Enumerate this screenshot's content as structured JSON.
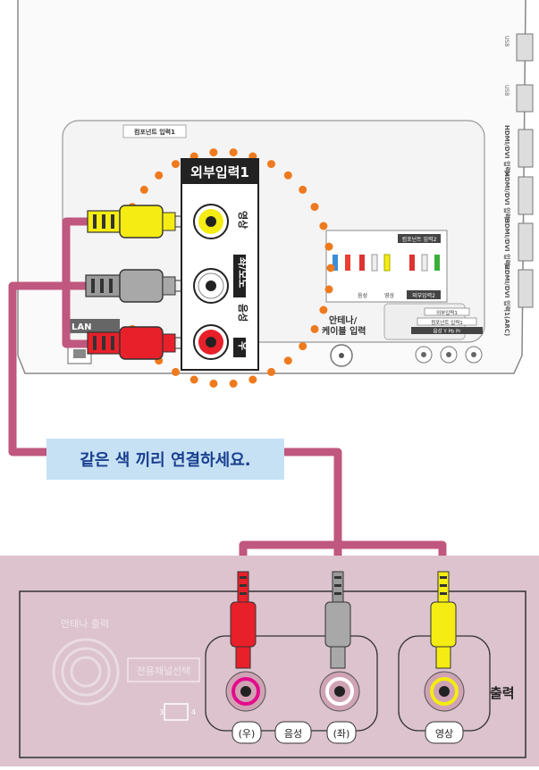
{
  "tv_panel": {
    "component_label": "컴포넌트 입력1",
    "external_input_label": "외부입력1",
    "jack_video_label": "영상",
    "jack_audio_l_label": "좌/모노",
    "jack_audio_label": "음성",
    "jack_audio_r_label": "우",
    "lan_label": "LAN",
    "antenna_label_line1": "안테나/",
    "antenna_label_line2": "케이블 입력",
    "right_ports": [
      {
        "label": "USB"
      },
      {
        "label": "USB"
      },
      {
        "label": "HDMI/DVI 입력4"
      },
      {
        "label": "HDMI/DVI 입력3"
      },
      {
        "label": "HDMI/DVI 입력2"
      },
      {
        "label": "HDMI/DVI 입력1(ARC)"
      }
    ],
    "mini_panel": {
      "title": "컴포넌트 입력2",
      "bottom_label": "외부입력2",
      "sub_labels": [
        "음성",
        "영상"
      ]
    },
    "bottom_box_lines": [
      "외부입력1",
      "컴포넌트 입력1",
      "음성  Y  Pb  Pr"
    ]
  },
  "instruction": "같은 색 끼리 연결하세요.",
  "source_device": {
    "antenna_out_label": "안테나 출력",
    "channel_select_label": "전용채널선택",
    "channel_3": "3",
    "channel_4": "4",
    "output_label": "출력",
    "audio_r_label": "(우)",
    "audio_label": "음성",
    "audio_l_label": "(좌)",
    "video_label": "영상"
  },
  "colors": {
    "cable": "#c0577e",
    "red_plug": "#e8202a",
    "white_plug": "#9a9a9a",
    "yellow_plug": "#f4ec12",
    "dot_orange": "#ef7a1e",
    "device_bg": "#dcc3ce",
    "banner_bg": "#c6e1f4"
  }
}
